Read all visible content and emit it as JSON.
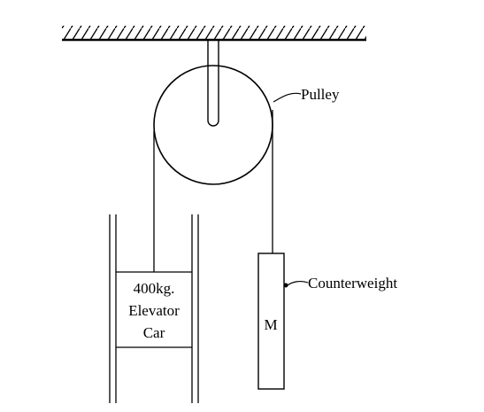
{
  "diagram": {
    "labels": {
      "pulley": "Pulley",
      "counterweight": "Counterweight",
      "car_mass": "400kg.",
      "car_line1": "Elevator",
      "car_line2": "Car",
      "counterweight_mass": "M"
    }
  },
  "colors": {
    "line": "#000000",
    "background": "#ffffff"
  }
}
